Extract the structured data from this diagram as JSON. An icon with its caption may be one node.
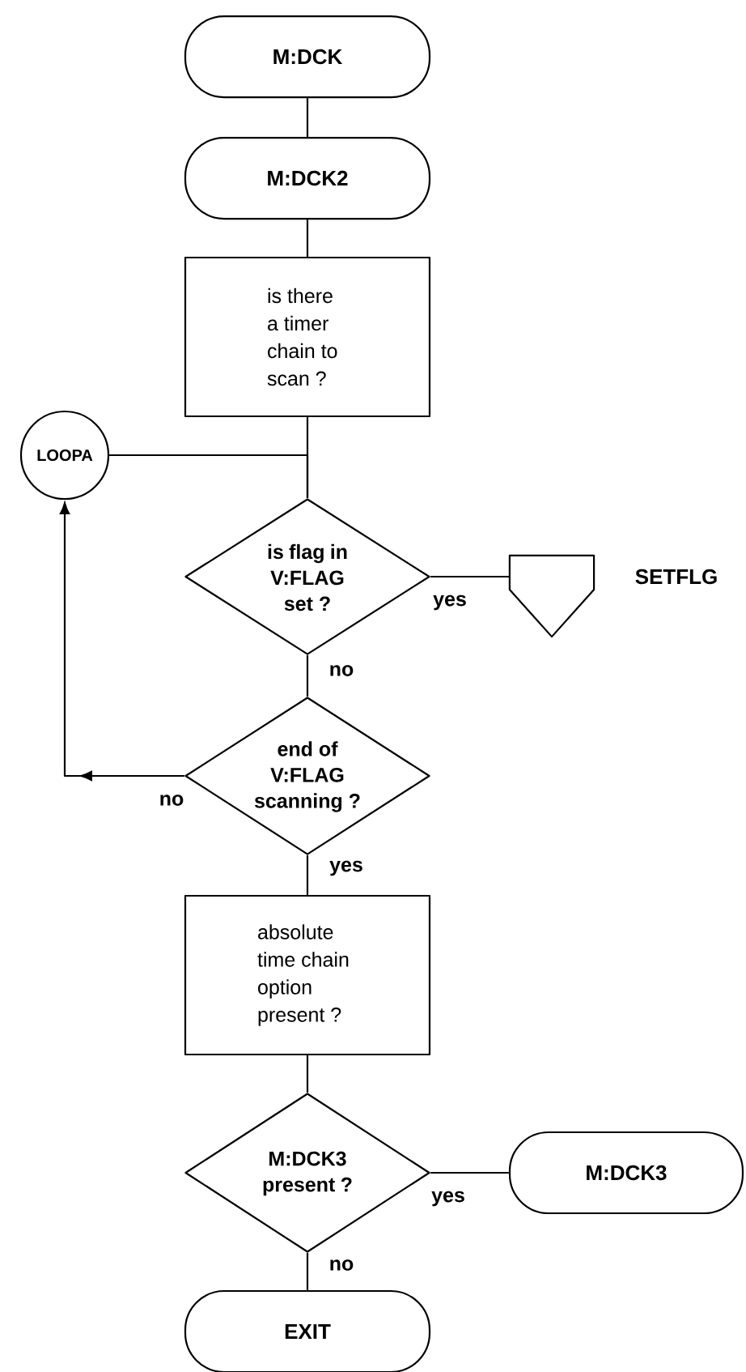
{
  "diagram": {
    "nodes": [
      {
        "text": [
          "M:DCK"
        ]
      },
      {
        "text": [
          "M:DCK2"
        ]
      },
      {
        "text": [
          "is there a timer chain to scan ?"
        ]
      },
      {
        "text": [
          "LOOPA"
        ]
      },
      {
        "text": [
          "is flag in V:FLAG set ?"
        ]
      },
      {
        "text": [],
        "shape": "pentagon",
        "beside": [
          "SETFLG"
        ]
      },
      {
        "text": [
          "end of V:FLAG scanning ?"
        ]
      },
      {
        "text": [
          "absolute time chain option present ?"
        ]
      },
      {
        "text": [
          "M:DCK3 present ?"
        ]
      },
      {
        "text": [
          "M:DCK3"
        ]
      },
      {
        "text": [
          "EXIT"
        ]
      }
    ],
    "edges": [
      {
        "from": 0,
        "to": 1,
        "arrow": "none"
      },
      {
        "from": 1,
        "to": 2,
        "arrow": "none"
      },
      {
        "from": 2,
        "to": 4,
        "arrow": "none"
      },
      {
        "from": 3,
        "to": 4,
        "arrow": "none"
      },
      {
        "from": 4,
        "to": 5,
        "arrow": "none",
        "label": "yes"
      },
      {
        "from": 4,
        "to": 6,
        "arrow": "none",
        "label": "no"
      },
      {
        "from": 6,
        "to": 3,
        "arrow": "to",
        "label": "no"
      },
      {
        "from": 6,
        "to": 7,
        "arrow": "none",
        "label": "yes"
      },
      {
        "from": 7,
        "to": 8,
        "arrow": "none"
      },
      {
        "from": 8,
        "to": 9,
        "arrow": "none",
        "label": "yes"
      },
      {
        "from": 8,
        "to": 10,
        "arrow": "none",
        "label": "no"
      }
    ]
  }
}
